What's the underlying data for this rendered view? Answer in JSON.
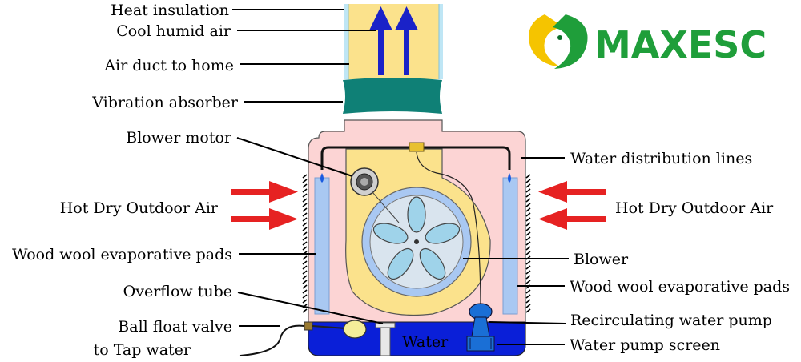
{
  "brand": {
    "name": "MAXESC",
    "colors": {
      "green": "#1f9e3a",
      "yellow": "#f5c400",
      "dark_green": "#0b6e2a"
    }
  },
  "labels": {
    "heat_insulation": "Heat insulation",
    "cool_humid_air": "Cool humid air",
    "air_duct": "Air duct to home",
    "vibration_absorber": "Vibration absorber",
    "blower_motor": "Blower motor",
    "hot_air_left": "Hot Dry Outdoor Air",
    "hot_air_right": "Hot Dry Outdoor Air",
    "pads_left": "Wood wool evaporative pads",
    "pads_right": "Wood wool evaporative pads",
    "overflow_tube": "Overflow tube",
    "ball_float_valve": "Ball float valve",
    "tap_water": "to Tap water",
    "water_distribution": "Water distribution lines",
    "blower": "Blower",
    "recirc_pump": "Recirculating water pump",
    "pump_screen": "Water pump screen",
    "water": "Water"
  },
  "colors": {
    "duct": "#fbe28c",
    "insulation": "#bfe6f5",
    "absorber": "#0f8076",
    "cabinet": "#fcd4d4",
    "pad": "#a9c8f2",
    "water": "#0a1fd8",
    "arrow_red": "#e62222",
    "arrow_blue": "#1a22c8",
    "fan_blue": "#9fd3ea"
  }
}
